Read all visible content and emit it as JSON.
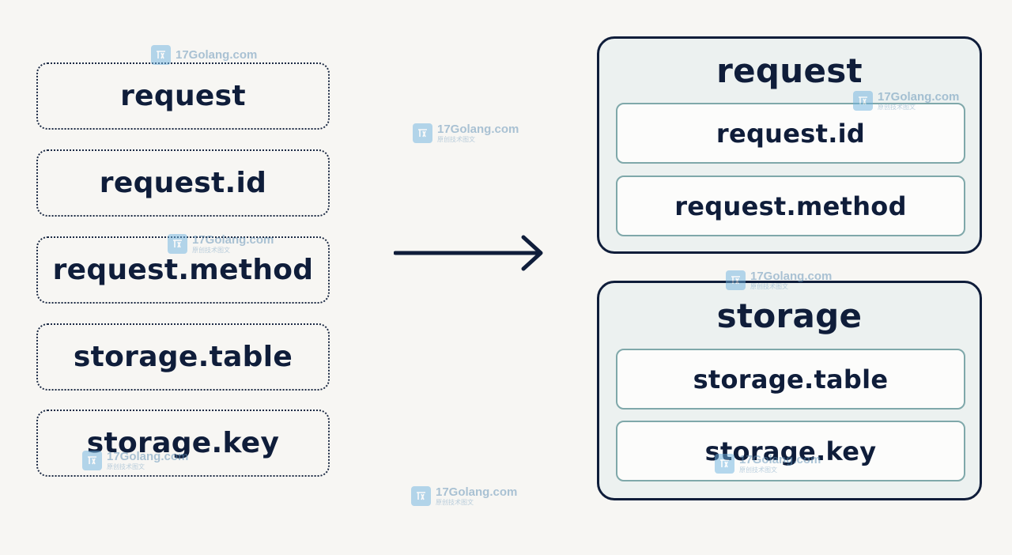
{
  "flat_fields": [
    "request",
    "request.id",
    "request.method",
    "storage.table",
    "storage.key"
  ],
  "groups": [
    {
      "title": "request",
      "fields": [
        "request.id",
        "request.method"
      ]
    },
    {
      "title": "storage",
      "fields": [
        "storage.table",
        "storage.key"
      ]
    }
  ],
  "watermark": {
    "main": "17Golang.com",
    "sub": "原创技术图文"
  },
  "colors": {
    "background": "#f7f6f3",
    "ink": "#0f1d3a",
    "group_fill": "#ecf1f0",
    "field_border": "#7fa8aa"
  },
  "icons": {
    "arrow": "arrow-right-icon",
    "watermark": "watermark-logo-icon"
  }
}
